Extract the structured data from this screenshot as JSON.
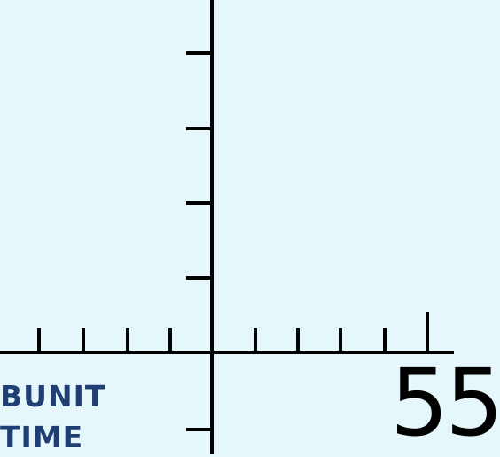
{
  "screen": {
    "background_color": "#e6f7fc",
    "axis_color": "#000000"
  },
  "labels": {
    "unit_text": "BUNIT",
    "time_text": "TIME",
    "color": "#1f3f73"
  },
  "readout": {
    "value_text": "55"
  }
}
